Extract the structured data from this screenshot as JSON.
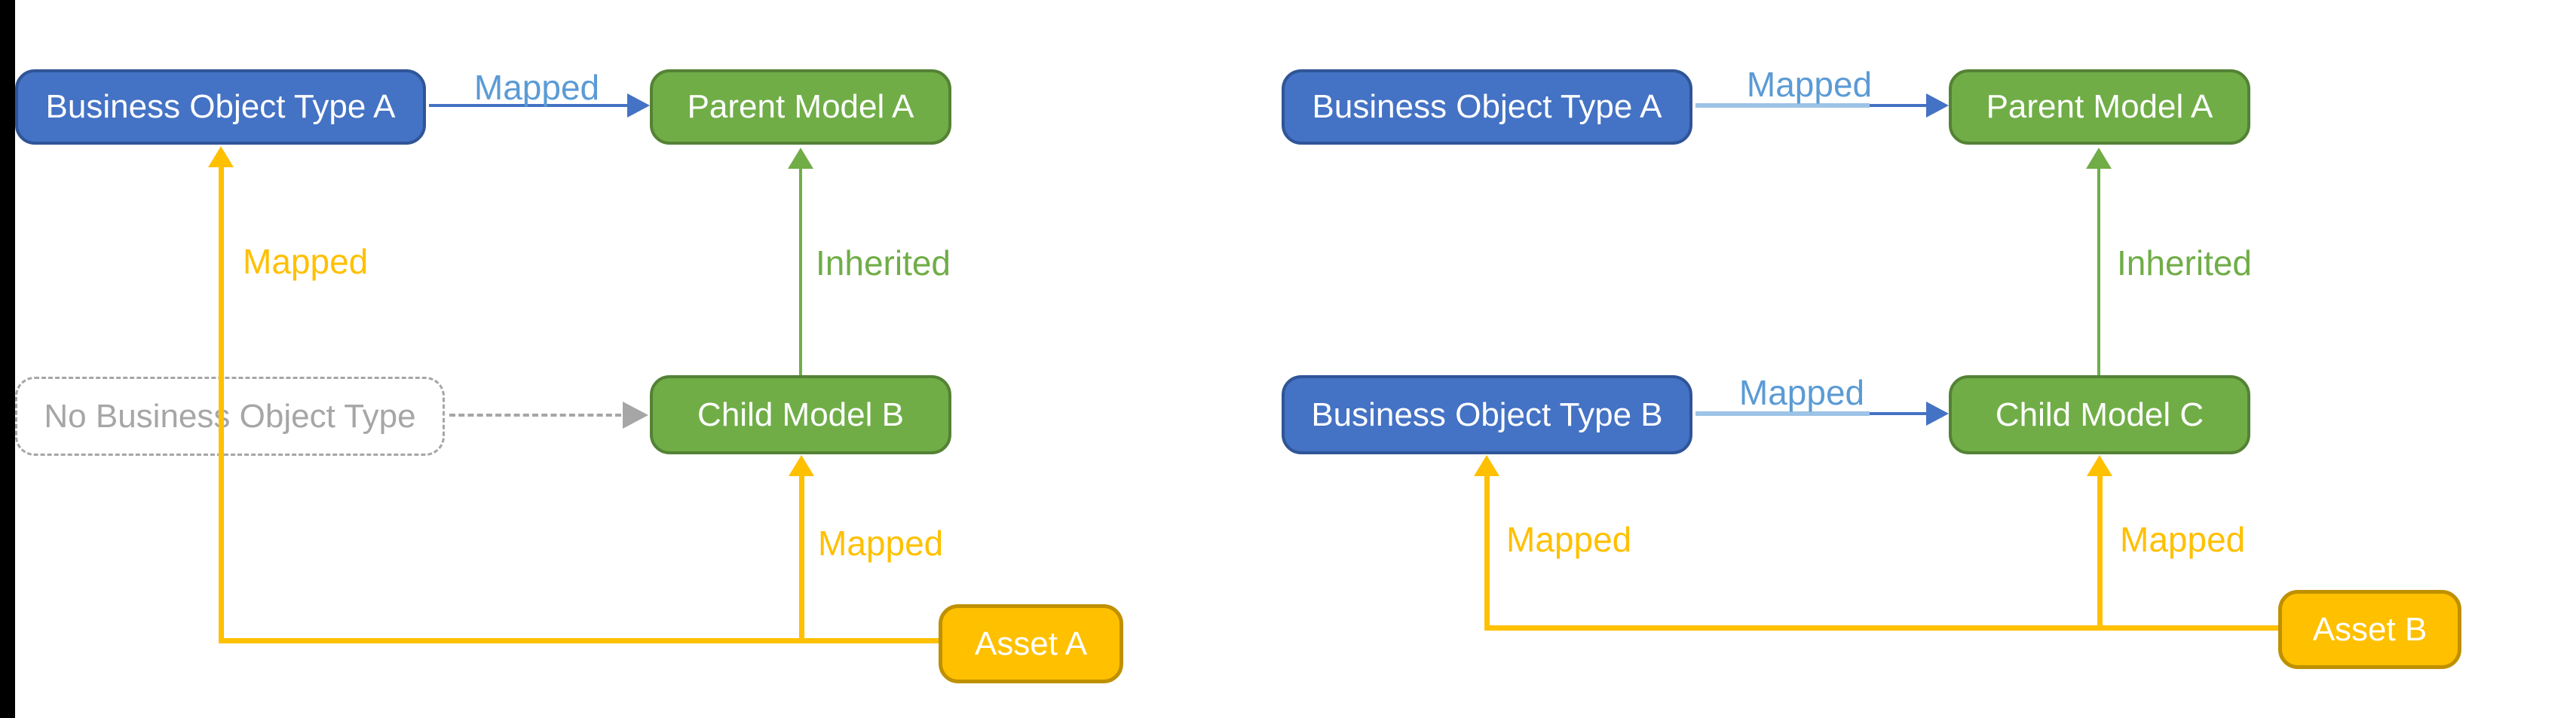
{
  "colors": {
    "blue_fill": "#4472C4",
    "blue_border": "#2F5597",
    "green_fill": "#70AD47",
    "green_border": "#548235",
    "yellow_fill": "#FFC000",
    "yellow_border": "#BF9000",
    "blue_label": "#5B9BD5",
    "light_blue_line": "#9DC3E6",
    "gray_dashed": "#A6A6A6",
    "node_text": "#FFFFFF",
    "canvas_bg": "#FFFFFF",
    "left_strip": "#000000"
  },
  "left_diagram": {
    "nodes": {
      "business_object_type_a": "Business Object Type A",
      "parent_model_a": "Parent Model A",
      "no_business_object_type": "No Business Object Type",
      "child_model_b": "Child Model B",
      "asset_a": "Asset A"
    },
    "edges": {
      "bot_a_to_parent_a_label": "Mapped",
      "child_b_to_parent_a_label": "Inherited",
      "asset_to_bot_a_label": "Mapped",
      "asset_to_child_b_label": "Mapped"
    }
  },
  "right_diagram": {
    "nodes": {
      "business_object_type_a": "Business Object Type A",
      "parent_model_a": "Parent Model A",
      "business_object_type_b": "Business Object Type B",
      "child_model_c": "Child Model C",
      "asset_b": "Asset B"
    },
    "edges": {
      "bot_a_to_parent_a_label": "Mapped",
      "bot_b_to_child_c_label": "Mapped",
      "child_c_to_parent_a_label": "Inherited",
      "asset_to_bot_b_label": "Mapped",
      "asset_to_child_c_label": "Mapped"
    }
  }
}
